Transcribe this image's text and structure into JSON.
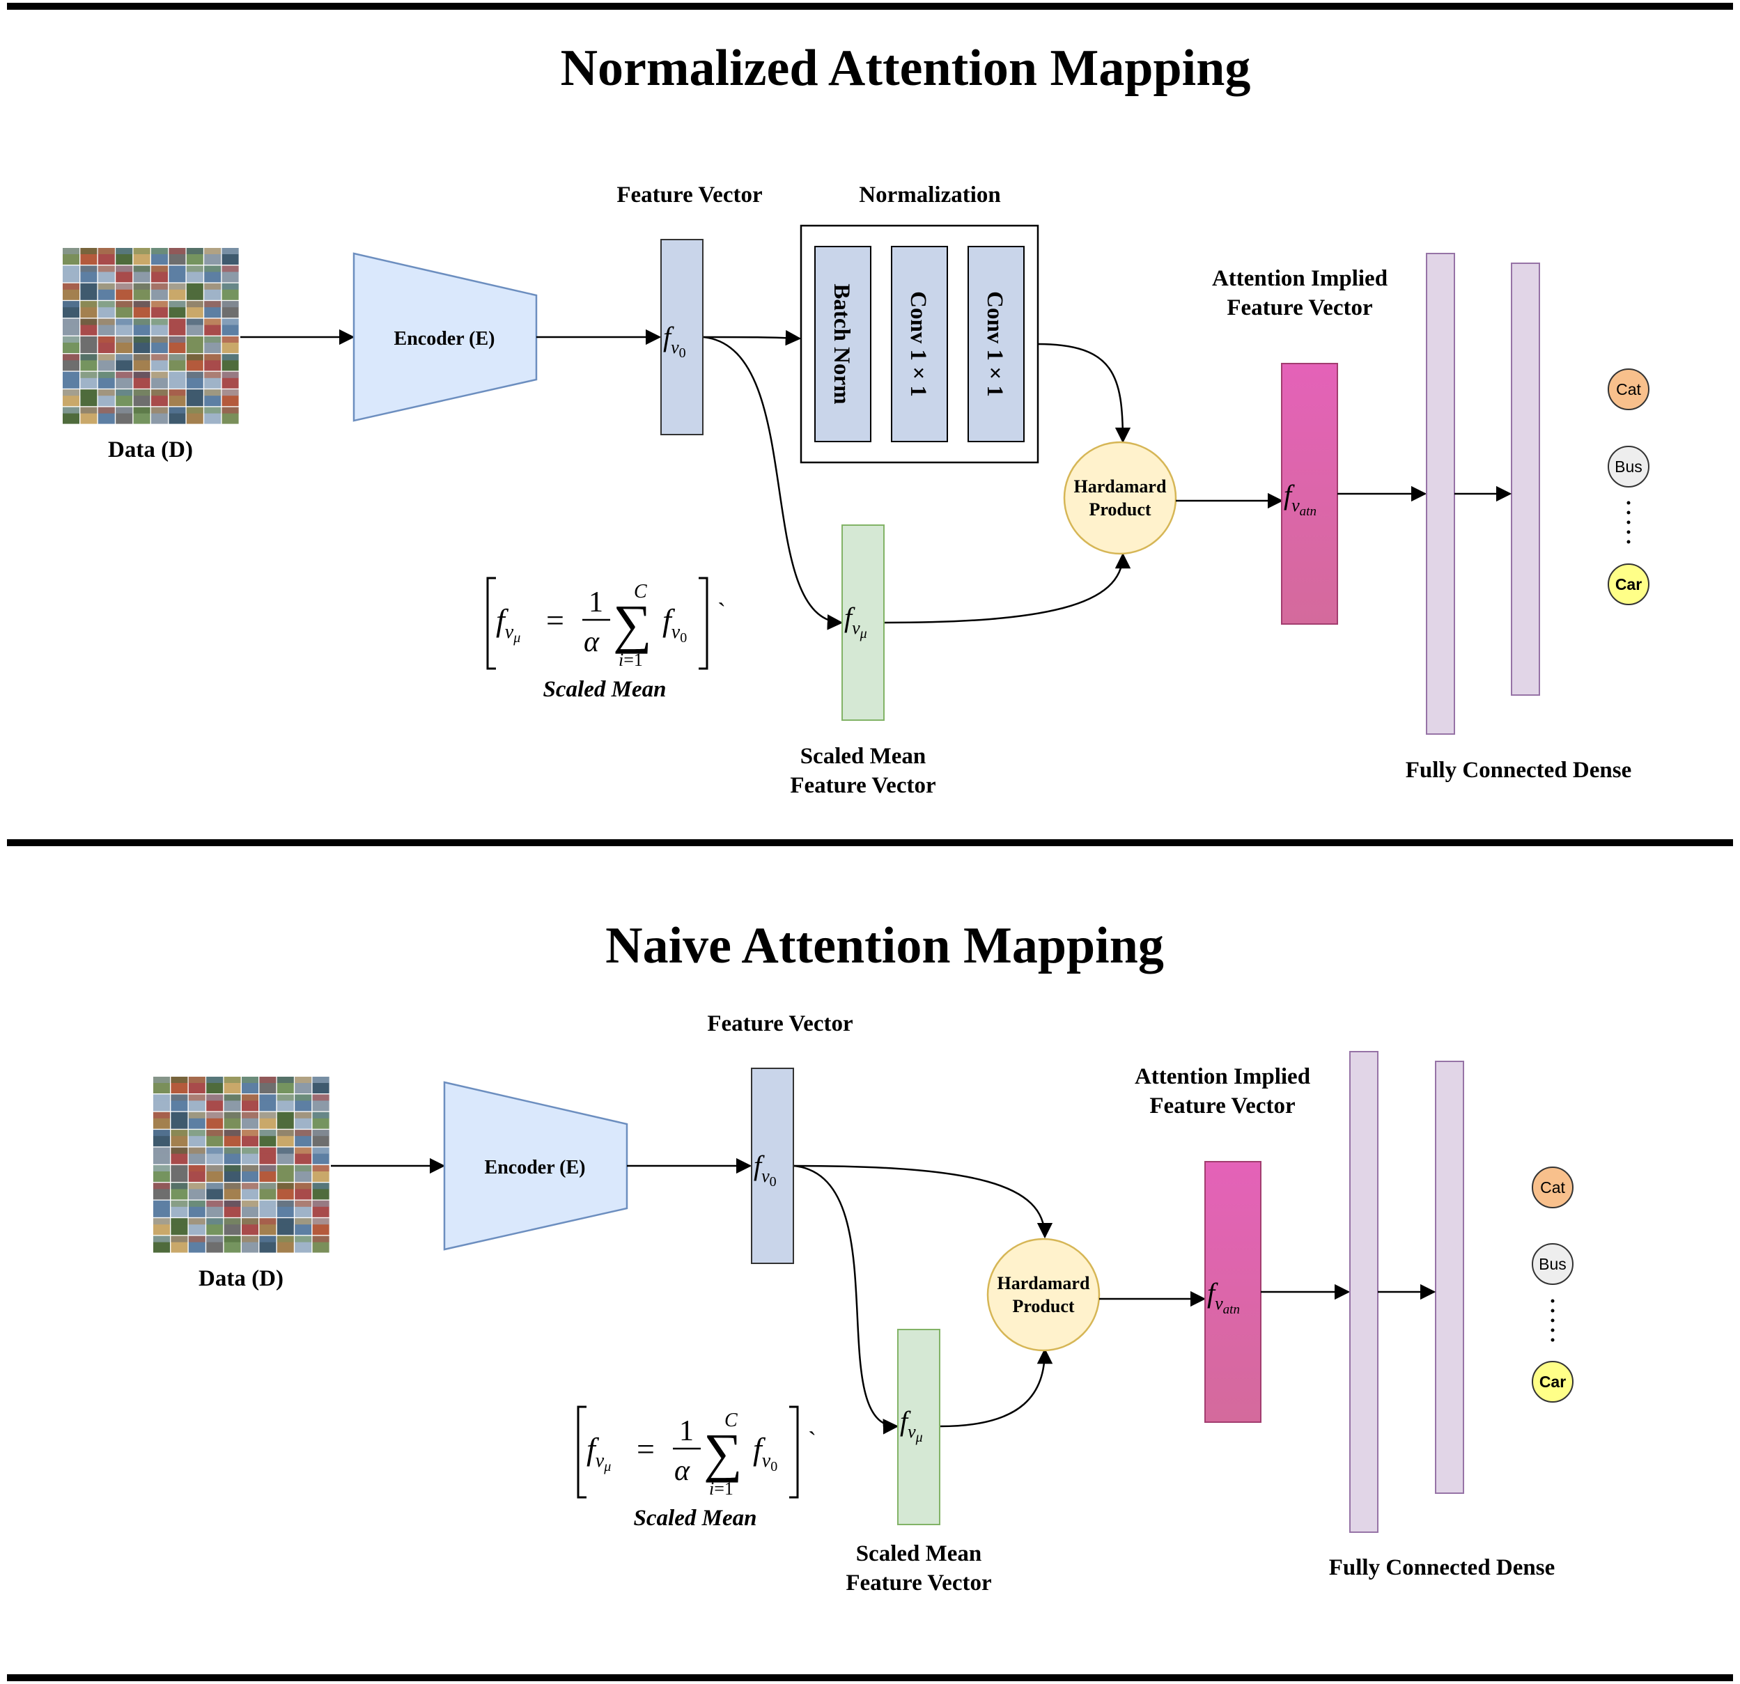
{
  "panels": [
    {
      "title": "Normalized Attention Mapping",
      "data_label": "Data (D)",
      "encoder_label": "Encoder (E)",
      "feature_vector_label": "Feature Vector",
      "normalization_label": "Normalization",
      "norm_layers": [
        "Batch Norm",
        "Conv 1 × 1",
        "Conv 1 × 1"
      ],
      "attention_label_line1": "Attention Implied",
      "attention_label_line2": "Feature Vector",
      "hadamard_line1": "Hardamard",
      "hadamard_line2": "Product",
      "scaled_mean_label_line1": "Scaled Mean",
      "scaled_mean_label_line2": "Feature Vector",
      "formula_caption": "Scaled Mean",
      "fc_label": "Fully Connected Dense",
      "classes": [
        "Cat",
        "Bus",
        "Car"
      ]
    },
    {
      "title": "Naive Attention Mapping",
      "data_label": "Data (D)",
      "encoder_label": "Encoder (E)",
      "feature_vector_label": "Feature Vector",
      "attention_label_line1": "Attention Implied",
      "attention_label_line2": "Feature Vector",
      "hadamard_line1": "Hardamard",
      "hadamard_line2": "Product",
      "scaled_mean_label_line1": "Scaled Mean",
      "scaled_mean_label_line2": "Feature Vector",
      "formula_caption": "Scaled Mean",
      "fc_label": "Fully Connected Dense",
      "classes": [
        "Cat",
        "Bus",
        "Car"
      ]
    }
  ],
  "colors": {
    "encoder_fill": "#dae8fc",
    "encoder_stroke": "#6c8ebf",
    "feature_fill": "#c9d5ea",
    "scaled_fill": "#d5e8d4",
    "scaled_stroke": "#82b366",
    "hadamard_fill": "#fff2cc",
    "hadamard_stroke": "#d6b656",
    "attn_top": "#e462b8",
    "attn_bottom": "#d46a9c",
    "fc_fill": "#e1d5e7",
    "fc_stroke": "#9673a6",
    "cat_fill": "#f8c08c",
    "bus_fill": "#eeeeee",
    "car_fill": "#ffff88"
  }
}
